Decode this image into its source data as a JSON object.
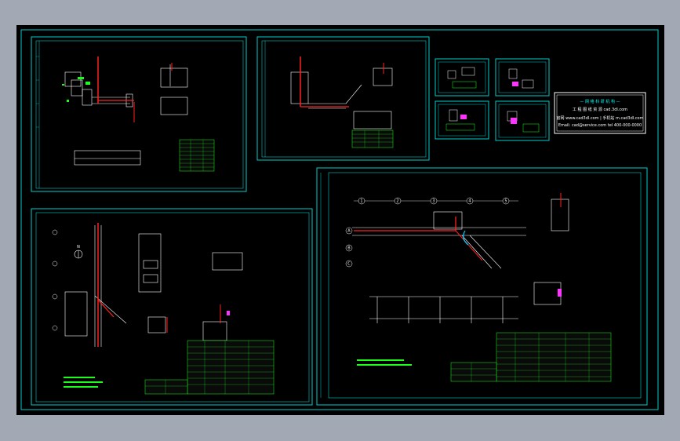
{
  "colors": {
    "background": "#a3a8b5",
    "canvas": "#000000",
    "frame": "#00cccc",
    "pipe_red": "#ff2020",
    "green": "#1aff1a",
    "white": "#ffffff",
    "magenta": "#ff33ff"
  },
  "sheets": [
    {
      "id": "sheet-top-left"
    },
    {
      "id": "sheet-top-middle"
    },
    {
      "id": "sheet-bottom-left"
    },
    {
      "id": "sheet-bottom-right"
    }
  ],
  "thumbnails": 4,
  "title_block": {
    "line1": "— 网 络 科 研 机 构 —",
    "line2": "工 程 图 纸 资 源   cad.3dl.com",
    "line3": "官网 www.cad3dl.com | 手机站 m.cad3dl.com",
    "line4": "Email: cad@service.com  tel 400-000-0000"
  },
  "grid_bubbles_top": [
    "1",
    "2",
    "3",
    "4",
    "5"
  ],
  "grid_bubbles_side": [
    "A",
    "B",
    "C"
  ],
  "north_label": "N"
}
